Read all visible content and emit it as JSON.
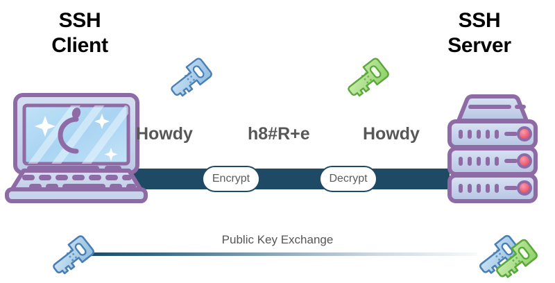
{
  "diagram": {
    "title_client_line1": "SSH",
    "title_client_line2": "Client",
    "title_server_line1": "SSH",
    "title_server_line2": "Server",
    "flow": {
      "plaintext_out": "Howdy",
      "ciphertext": "h8#R+e",
      "plaintext_in": "Howdy",
      "encrypt_label": "Encrypt",
      "decrypt_label": "Decrypt"
    },
    "key_exchange": {
      "label": "Public Key Exchange"
    },
    "icons": {
      "laptop": "laptop-icon",
      "server": "server-rack-icon",
      "client_key": "blue-key-icon",
      "server_key": "green-key-icon",
      "exchange_key_left": "blue-key-icon",
      "exchange_key_right": "blue-green-key-pair-icon"
    },
    "colors": {
      "channel": "#1e4a66",
      "device_outline": "#8f6ba6",
      "device_fill": "#c5d2ea",
      "screen": "#b7dcf5",
      "key_blue_fill": "#a8cbe8",
      "key_blue_stroke": "#4a7fb5",
      "key_green_fill": "#a5de7f",
      "key_green_stroke": "#5aa83c",
      "led": "#f2647a",
      "text_gray": "#575757",
      "text_black": "#000000",
      "background": "#ffffff"
    }
  }
}
